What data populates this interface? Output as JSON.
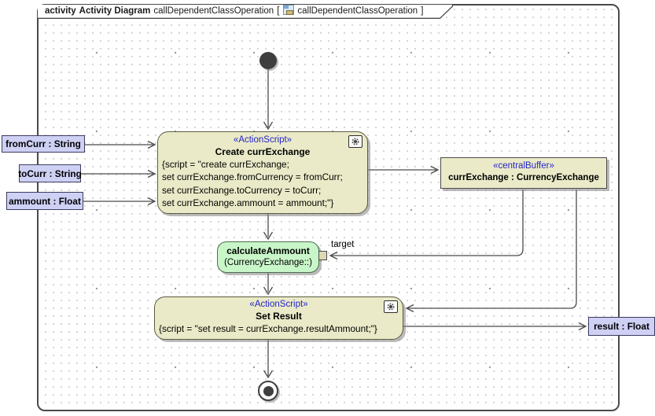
{
  "header": {
    "keyword": "activity",
    "diagram_type": "Activity Diagram",
    "diagram_name": "callDependentClassOperation",
    "bracket_open": "[",
    "context_name": "callDependentClassOperation",
    "bracket_close": "]",
    "icon": "activity-diagram-icon"
  },
  "colors": {
    "action_fill": "#eaeac8",
    "behavior_fill": "#c9f6c9",
    "parameter_fill": "#ced0f4",
    "stereotype_text": "#2323c8",
    "edge_line": "#4a4a4a",
    "shadow": "#828282"
  },
  "nodes": {
    "initial": {
      "kind": "initial-node"
    },
    "create_action": {
      "stereotype": "«ActionScript»",
      "name": "Create currExchange",
      "script_lines": [
        "{script = \"create currExchange;",
        "set currExchange.fromCurrency = fromCurr;",
        "set currExchange.toCurrency = toCurr;",
        "set currExchange.ammount = ammount;\"}"
      ],
      "corner_icon": "gear-icon"
    },
    "central_buffer": {
      "stereotype": "«centralBuffer»",
      "name": "currExchange : CurrencyExchange"
    },
    "calculate_action": {
      "name": "calculateAmmount",
      "qualifier": "(CurrencyExchange::)",
      "pin_label": "target"
    },
    "set_result_action": {
      "stereotype": "«ActionScript»",
      "name": "Set Result",
      "script_lines": [
        "{script = \"set result = currExchange.resultAmmount;\"}"
      ],
      "corner_icon": "gear-icon"
    },
    "final": {
      "kind": "activity-final-node"
    },
    "parameters": [
      {
        "name": "fromCurr : String"
      },
      {
        "name": "toCurr : String"
      },
      {
        "name": "ammount : Float"
      },
      {
        "name": "result : Float"
      }
    ]
  }
}
